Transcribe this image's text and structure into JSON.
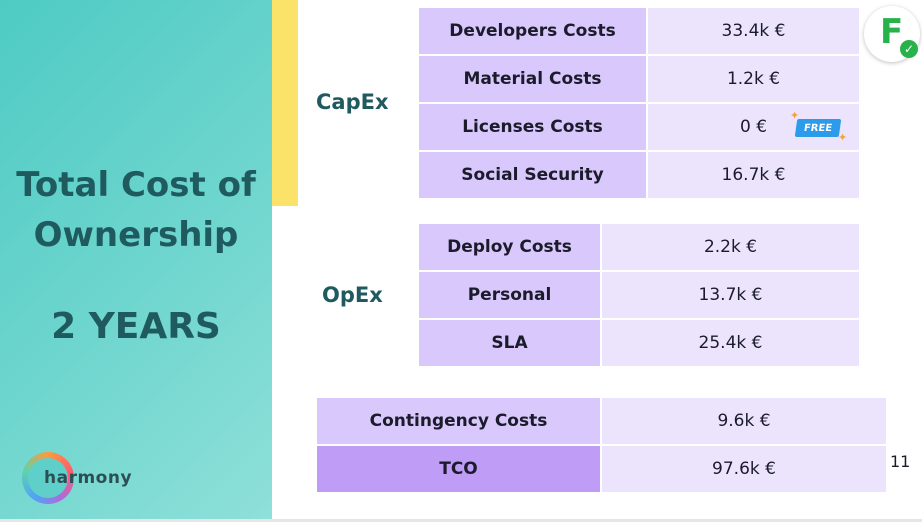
{
  "title": {
    "line1": "Total Cost of",
    "line2": "Ownership",
    "period": "2 YEARS"
  },
  "logo": {
    "text": "harmony"
  },
  "corner_logo": {
    "letter": "F"
  },
  "capex": {
    "label": "CapEx",
    "rows": [
      {
        "label": "Developers Costs",
        "value": "33.4k €"
      },
      {
        "label": "Material Costs",
        "value": "1.2k €"
      },
      {
        "label": "Licenses Costs",
        "value": "0 €",
        "badge": "FREE"
      },
      {
        "label": "Social Security",
        "value": "16.7k €"
      }
    ]
  },
  "opex": {
    "label": "OpEx",
    "rows": [
      {
        "label": "Deploy Costs",
        "value": "2.2k €"
      },
      {
        "label": "Personal",
        "value": "13.7k €"
      },
      {
        "label": "SLA",
        "value": "25.4k €"
      }
    ]
  },
  "summary": {
    "rows": [
      {
        "label": "Contingency Costs",
        "value": "9.6k €"
      },
      {
        "label": "TCO",
        "value": "97.6k €"
      }
    ]
  },
  "page_number": "11",
  "colors": {
    "teal_panel": "#5fd0c9",
    "title_text": "#1f5a5f",
    "label_cell": "#d8c8fb",
    "value_cell": "#ece4fd",
    "tco_cell": "#bf9df7",
    "accent_yellow": "#fbe36a"
  }
}
